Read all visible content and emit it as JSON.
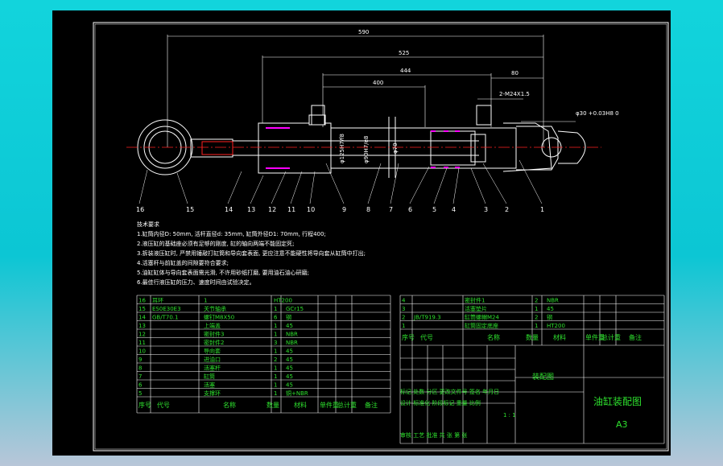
{
  "dimensions": [
    "590",
    "525",
    "444",
    "400",
    "80",
    "2-M24X1.5",
    "φ30 +0.03H8\n0",
    "φ125H7/f8",
    "φ90H7/e8",
    "φ70"
  ],
  "part_labels": [
    "16",
    "15",
    "14",
    "13",
    "12",
    "11",
    "10",
    "9",
    "8",
    "7",
    "6",
    "5",
    "4",
    "3",
    "2",
    "1"
  ],
  "notes": {
    "title": "技术要求",
    "lines": [
      "1.缸筒内径D: 50mm, 活杆直径d: 35mm, 缸筒外径D1: 70mm, 行程400;",
      "2.液压缸的基础座必须有足够的刚度, 缸的轴向两端不能固定死;",
      "3.拆装液压缸时, 严禁用锤敲打缸筒和导向套表面, 更应注意不能硬性将导向套从缸筒中打出;",
      "4.活塞杆与前缸盖的间隙要符合要求;",
      "5.油缸缸体与导向套表面需光滑, 不许用砂纸打磨, 要用油石油心研磨;",
      "6.最佳行液压缸的压力、速度时间由试验决定。"
    ]
  },
  "bom_left": [
    [
      "16",
      "耳环",
      "1",
      "HT200",
      ""
    ],
    [
      "15",
      "ES0E30E3",
      "关节轴承",
      "1",
      "GCr15"
    ],
    [
      "14",
      "GB/T70.1",
      "螺钉M8X50",
      "6",
      "钢"
    ],
    [
      "13",
      "",
      "上端盖",
      "1",
      "45"
    ],
    [
      "12",
      "",
      "密封件3",
      "1",
      "NBR"
    ],
    [
      "11",
      "",
      "密封件2",
      "3",
      "NBR"
    ],
    [
      "10",
      "",
      "导向套",
      "1",
      "45"
    ],
    [
      "9",
      "",
      "进油口",
      "2",
      "45"
    ],
    [
      "8",
      "",
      "活塞杆",
      "1",
      "45"
    ],
    [
      "7",
      "",
      "缸筒",
      "1",
      "45"
    ],
    [
      "6",
      "",
      "活塞",
      "1",
      "45"
    ],
    [
      "5",
      "",
      "支撑环",
      "1",
      "铜+NBR"
    ]
  ],
  "bom_left_header": [
    "序号",
    "代号",
    "名称",
    "数量",
    "材料",
    "单件重",
    "总计重",
    "备注"
  ],
  "bom_right": [
    [
      "4",
      "",
      "密封件1",
      "2",
      "NBR"
    ],
    [
      "3",
      "",
      "活塞垫片",
      "1",
      "45"
    ],
    [
      "2",
      "JB/T919.3",
      "缸筒螺帽M24",
      "2",
      "钢"
    ],
    [
      "1",
      "",
      "缸筒固定底座",
      "1",
      "HT200"
    ]
  ],
  "bom_right_header": [
    "序号",
    "代号",
    "名称",
    "数量",
    "材料",
    "单件重",
    "总计重",
    "备注"
  ],
  "title_block": {
    "title": "装配图",
    "drawing_name": "油缸装配图",
    "size": "A3",
    "row1": "标记 处数 分区 更改文件号 签名 年月日",
    "row2": "设计 标准化 阶段标记 重量 比例",
    "row3": "审核 工艺 批准 共 张 第 张",
    "stage": "阶段标记",
    "weight": "重量",
    "scale": "比例",
    "ratio": "1 : 1"
  },
  "colors": {
    "canvas": "#000000",
    "lines": "#ffffff",
    "green": "#2ee02e",
    "red": "#ff2020",
    "magenta": "#ff00ff",
    "yellow": "#ffff40"
  }
}
